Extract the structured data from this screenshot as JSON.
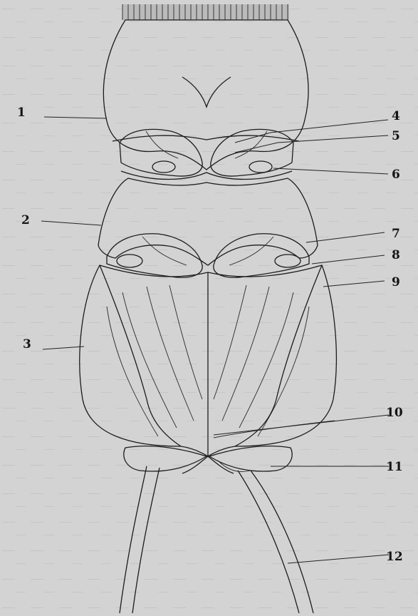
{
  "figure": {
    "labels": [
      "1",
      "2",
      "3",
      "4",
      "5",
      "6",
      "7",
      "8",
      "9",
      "10",
      "11",
      "12"
    ],
    "colors": {
      "paper": "#d3d3d3",
      "ink": "#1c1c1c",
      "stipple_light": "#d8d8d8",
      "stipple_dark": "#b9b9b9"
    }
  }
}
